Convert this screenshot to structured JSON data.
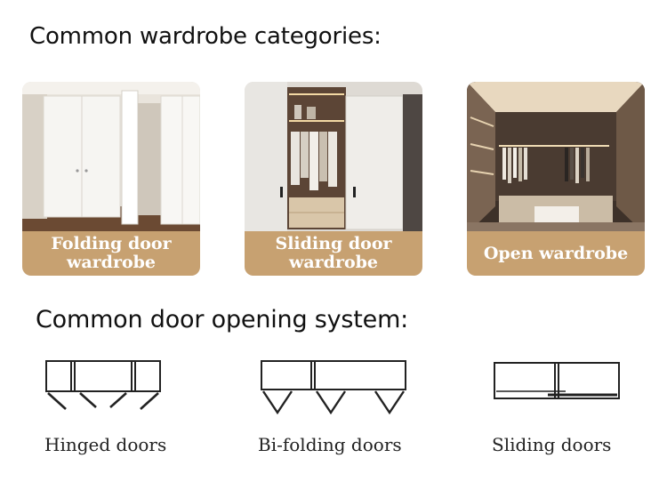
{
  "section_categories": {
    "title": "Common wardrobe categories:",
    "cards": [
      {
        "caption": "Folding door wardrobe",
        "image": "folding-door-wardrobe-photo"
      },
      {
        "caption": "Sliding door wardrobe",
        "image": "sliding-door-wardrobe-photo"
      },
      {
        "caption": "Open wardrobe",
        "image": "open-wardrobe-photo"
      }
    ]
  },
  "section_systems": {
    "title": "Common door opening system:",
    "systems": [
      {
        "label": "Hinged doors",
        "icon": "hinged-doors-diagram"
      },
      {
        "label": "Bi-folding doors",
        "icon": "bi-folding-doors-diagram"
      },
      {
        "label": "Sliding doors",
        "icon": "sliding-doors-diagram"
      }
    ]
  },
  "colors": {
    "caption_background": "#c7a171",
    "caption_text": "#ffffff",
    "diagram_stroke": "#222222"
  }
}
